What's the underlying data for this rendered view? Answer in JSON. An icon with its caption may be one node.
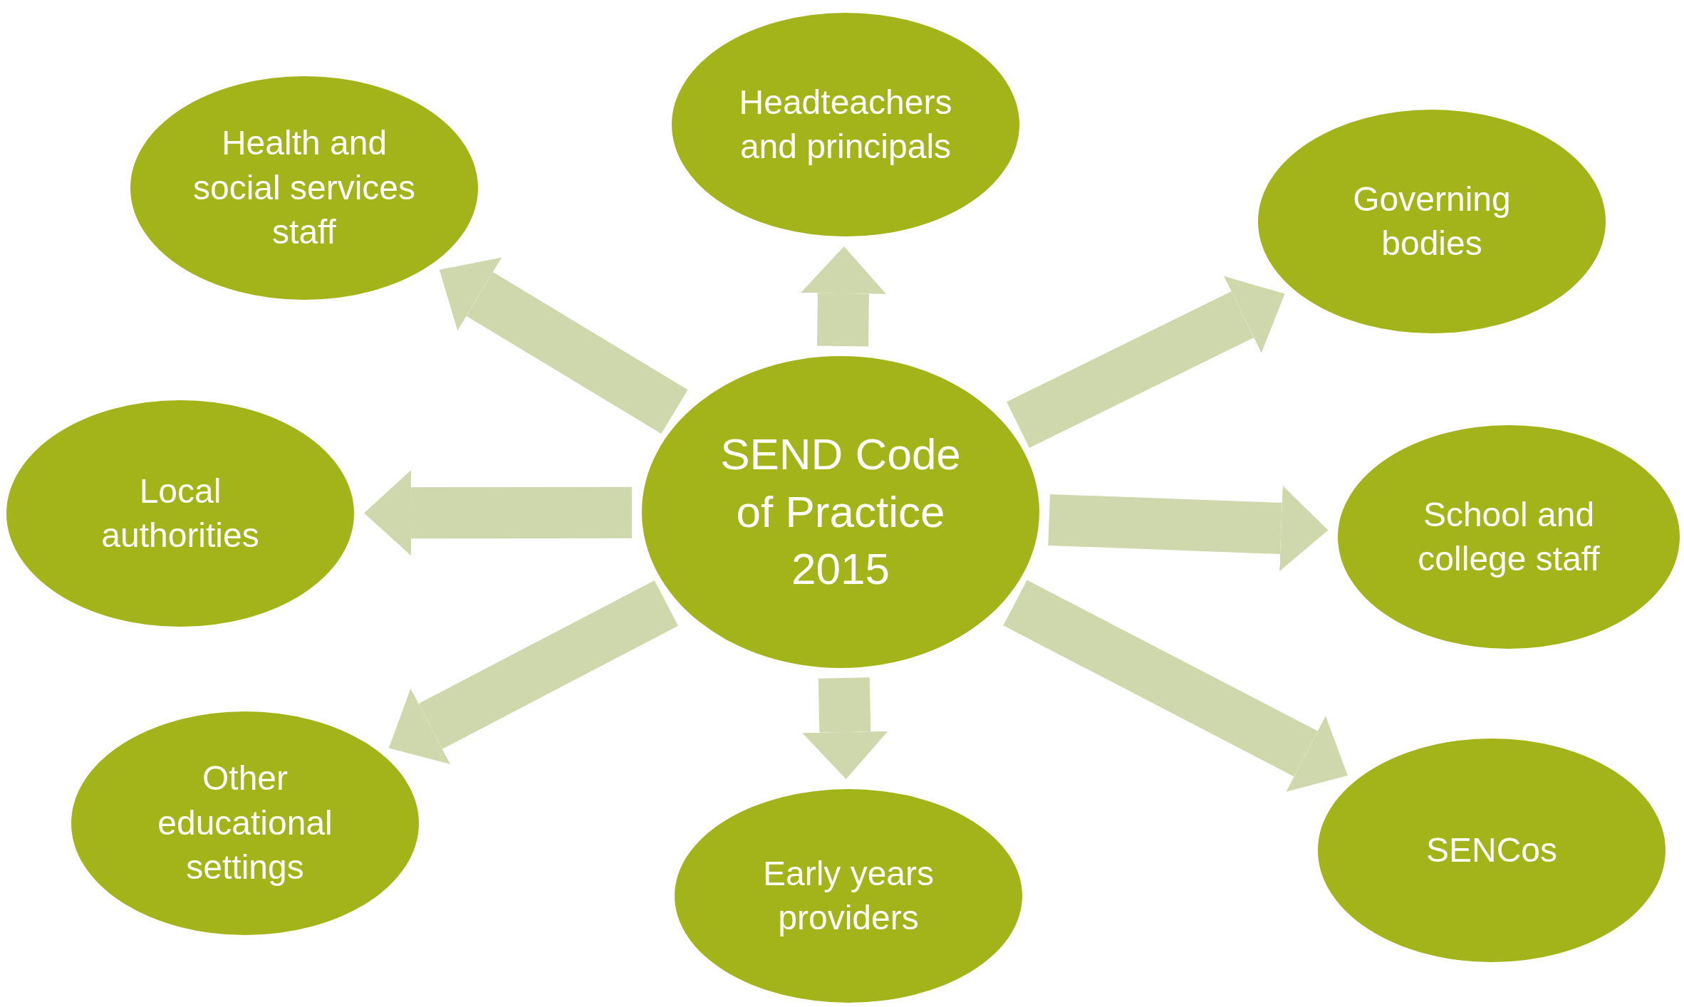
{
  "diagram": {
    "nodes": [
      {
        "text": [
          "SEND Code of Practice 2015"
        ]
      },
      {
        "text": [
          "Headteachers and principals"
        ]
      },
      {
        "text": [
          "Health and social services staff"
        ]
      },
      {
        "text": [
          "Governing bodies"
        ]
      },
      {
        "text": [
          "Local authorities"
        ]
      },
      {
        "text": [
          "School and college staff"
        ]
      },
      {
        "text": [
          "SENCos"
        ]
      },
      {
        "text": [
          "Other educational settings"
        ]
      },
      {
        "text": [
          "Early years providers"
        ]
      }
    ],
    "edges": [
      {
        "from": 0,
        "to": 1,
        "arrow": "to"
      },
      {
        "from": 0,
        "to": 2,
        "arrow": "to"
      },
      {
        "from": 0,
        "to": 3,
        "arrow": "to"
      },
      {
        "from": 0,
        "to": 4,
        "arrow": "to"
      },
      {
        "from": 0,
        "to": 5,
        "arrow": "to"
      },
      {
        "from": 0,
        "to": 6,
        "arrow": "to"
      },
      {
        "from": 0,
        "to": 7,
        "arrow": "to"
      },
      {
        "from": 0,
        "to": 8,
        "arrow": "to"
      }
    ]
  }
}
